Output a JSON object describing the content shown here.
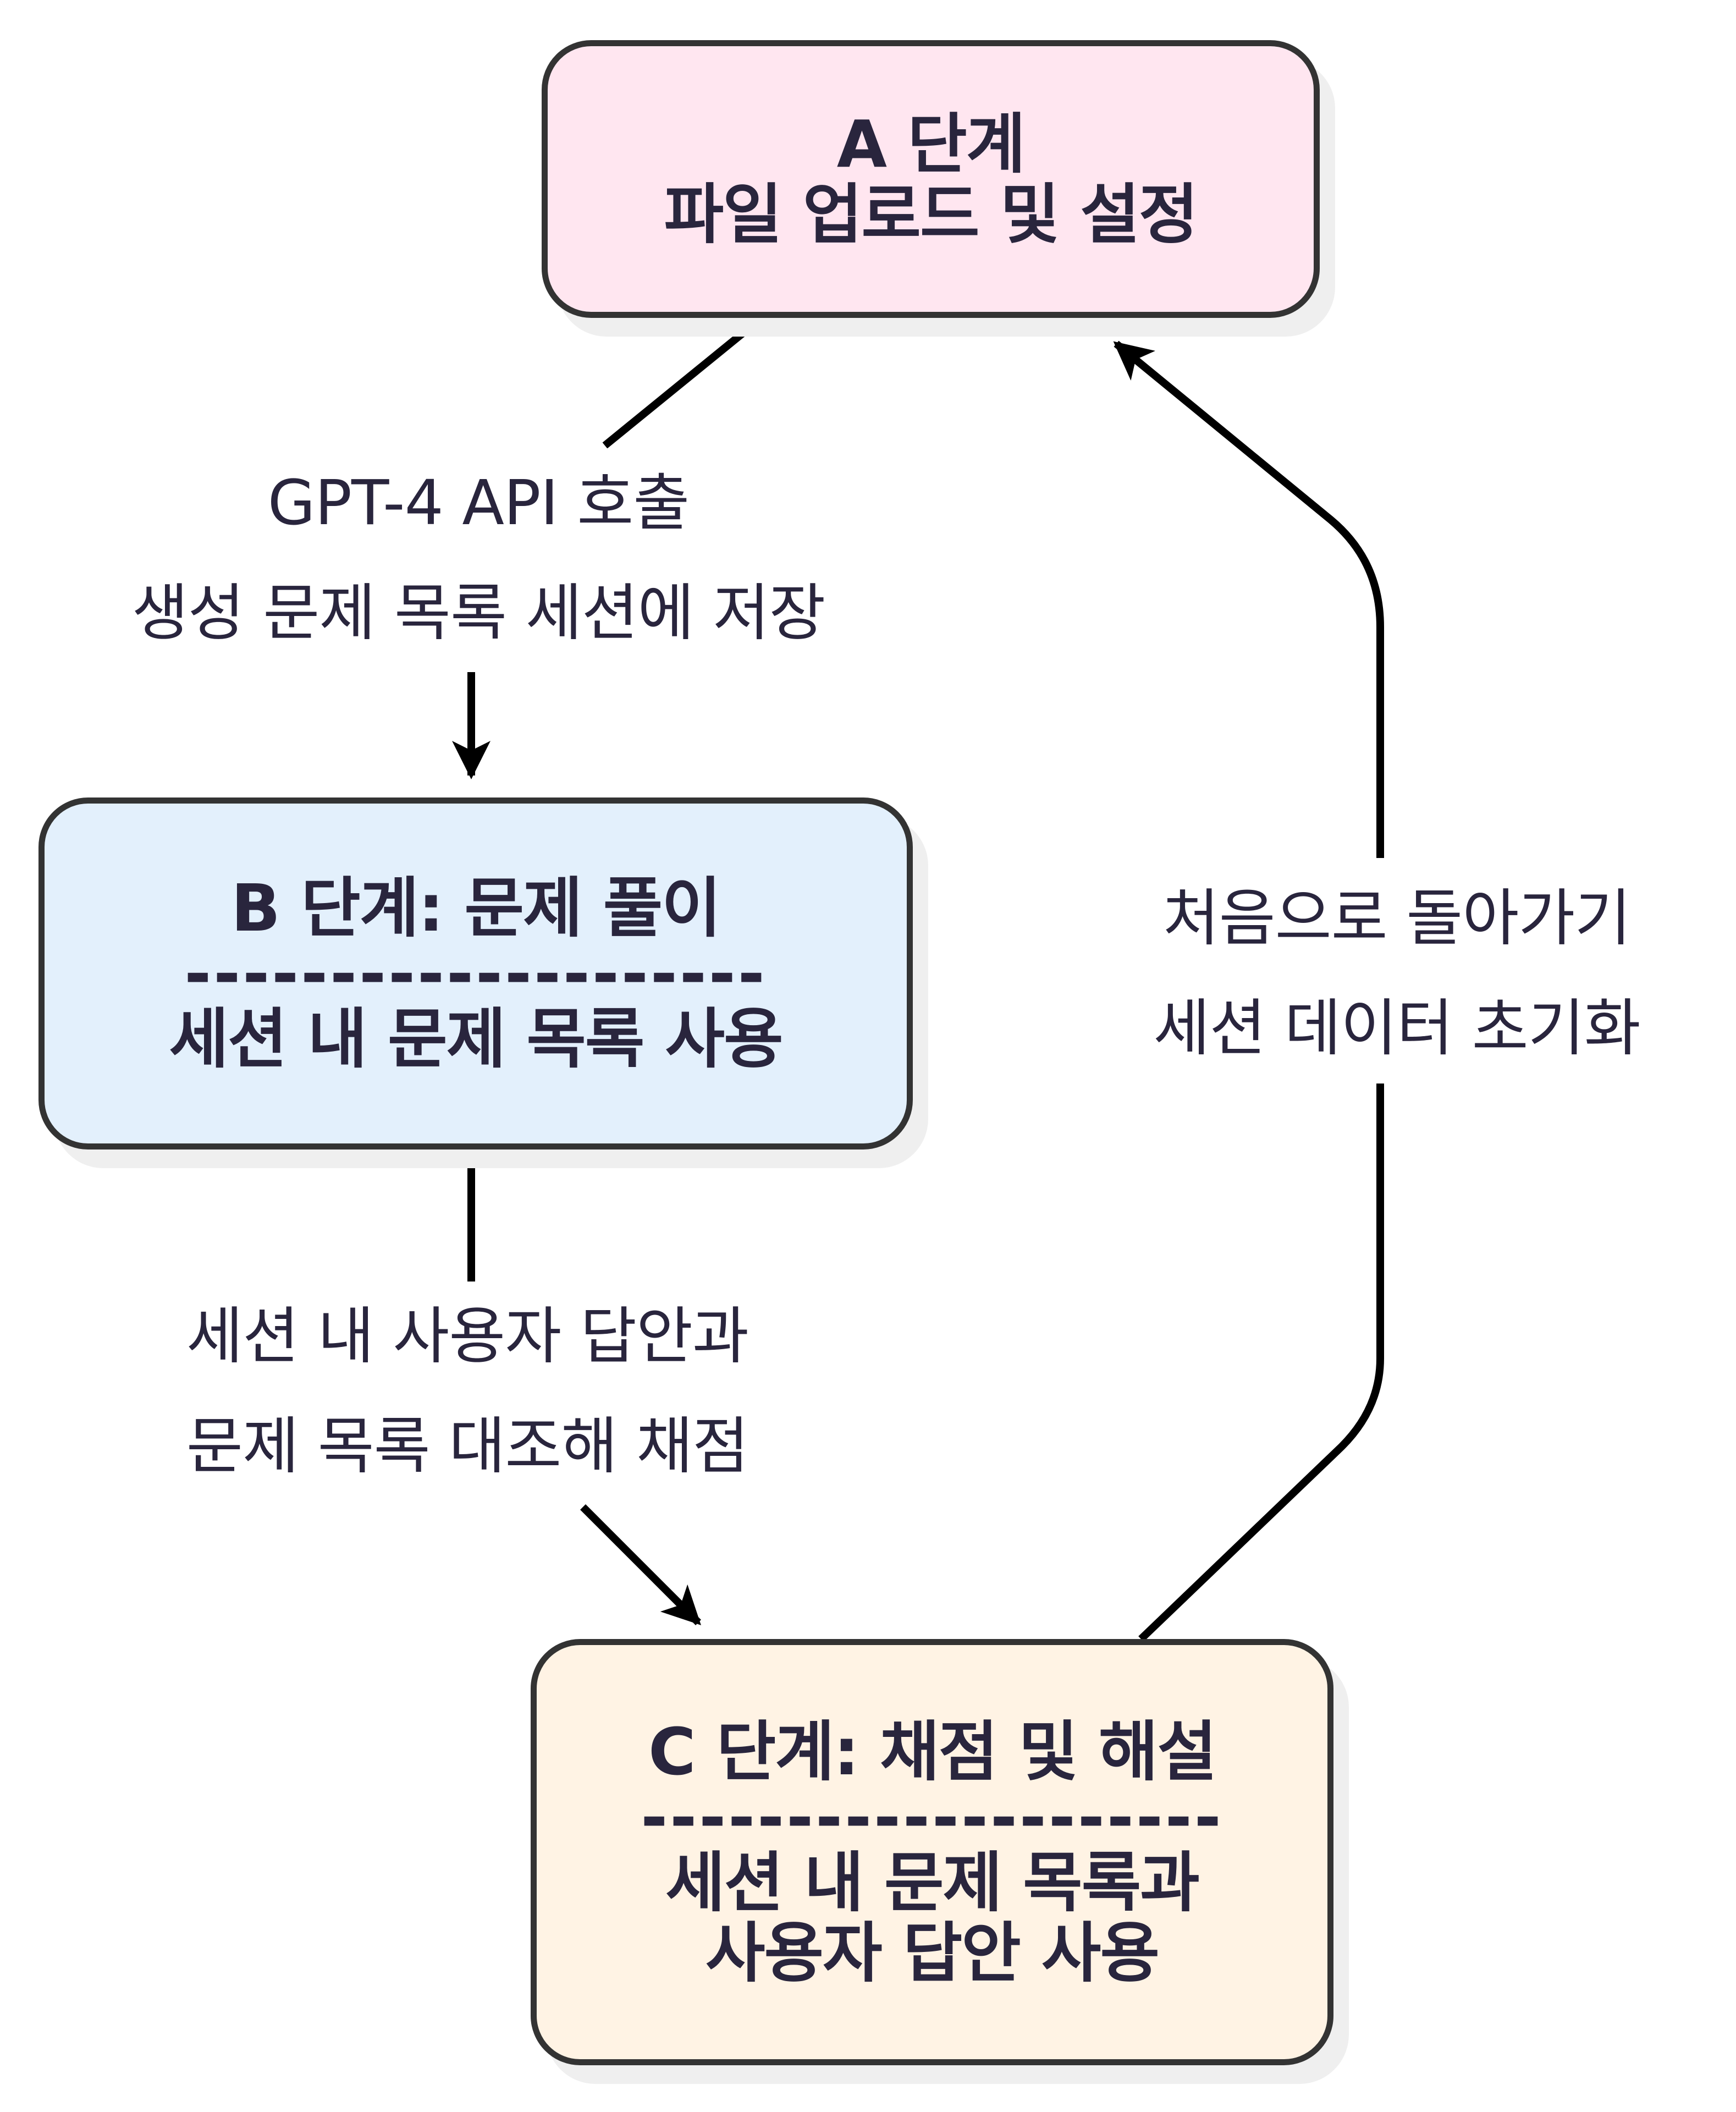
{
  "diagram": {
    "type": "flowchart-cycle",
    "colors": {
      "node_a_fill": "#ffe6f0",
      "node_b_fill": "#e3f0fc",
      "node_c_fill": "#fff3e4",
      "node_border": "#333333",
      "shadow": "#efefef",
      "text": "#29253d",
      "edge": "#000000"
    },
    "nodes": {
      "a": {
        "lines": [
          "A 단계",
          "파일 업로드 및 설정"
        ]
      },
      "b": {
        "title": "B 단계: 문제 풀이",
        "divider": "--------------------",
        "body": [
          "세션 내 문제 목록 사용"
        ]
      },
      "c": {
        "title": "C 단계: 채점 및 해설",
        "divider": "--------------------",
        "body": [
          "세션 내 문제 목록과",
          "사용자 답안 사용"
        ]
      }
    },
    "edges": {
      "a_to_b": {
        "from": "A 단계",
        "to": "B 단계",
        "label": [
          "GPT-4 API 호출",
          "생성 문제 목록 세션에 저장"
        ]
      },
      "b_to_c": {
        "from": "B 단계",
        "to": "C 단계",
        "label": [
          "세션 내 사용자 답안과",
          "문제 목록 대조해 채점"
        ]
      },
      "c_to_a": {
        "from": "C 단계",
        "to": "A 단계",
        "label": [
          "처음으로 돌아가기",
          "세션 데이터 초기화"
        ]
      }
    }
  }
}
